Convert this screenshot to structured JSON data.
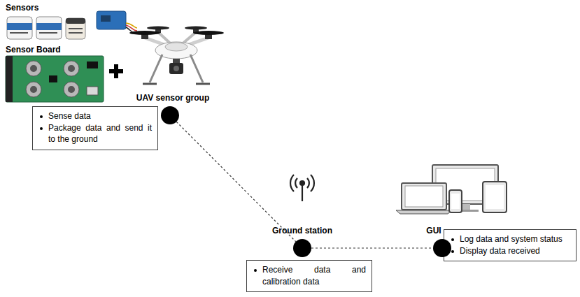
{
  "diagram": {
    "nodes": [
      {
        "text": [
          "UAV sensor group"
        ]
      },
      {
        "text": [
          "Sense data",
          "Package data and send it to the ground"
        ]
      },
      {
        "text": [
          "Ground station"
        ]
      },
      {
        "text": [
          "Receive data and calibration data"
        ]
      },
      {
        "text": [
          "GUI"
        ]
      },
      {
        "text": [
          "Log data and system status",
          "Display data received"
        ]
      }
    ],
    "edges": [
      {
        "from": 0,
        "to": 2,
        "arrow": "none"
      },
      {
        "from": 2,
        "to": 4,
        "arrow": "none"
      }
    ],
    "labels": [
      "Sensors",
      "Sensor Board"
    ]
  }
}
